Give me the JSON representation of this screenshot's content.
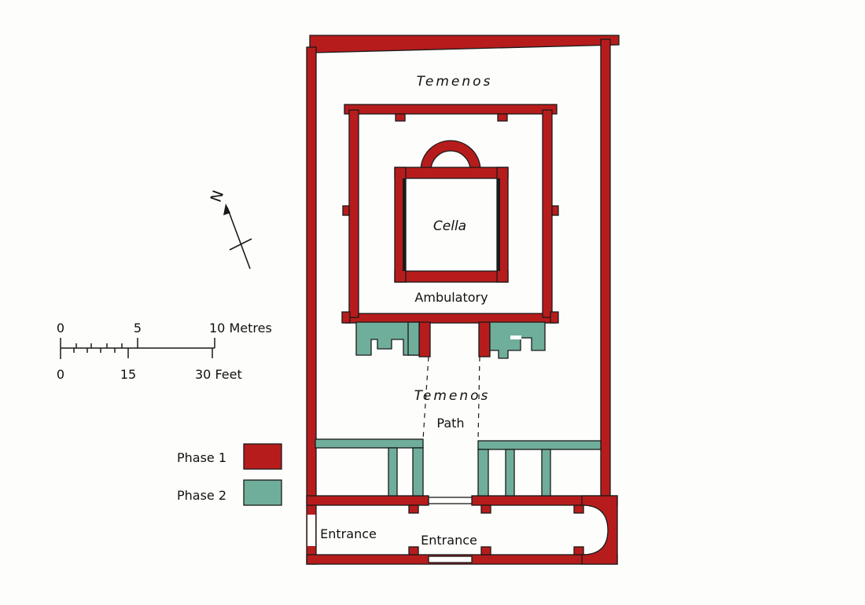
{
  "plan": {
    "labels": {
      "temenos_top": "Temenos",
      "cella": "Cella",
      "ambulatory": "Ambulatory",
      "temenos_mid": "Temenos",
      "path": "Path",
      "entrance_left": "Entrance",
      "entrance_center": "Entrance"
    }
  },
  "compass": {
    "north": "N"
  },
  "scale": {
    "metres": [
      "0",
      "5",
      "10 Metres"
    ],
    "feet": [
      "0",
      "15",
      "30 Feet"
    ]
  },
  "legend": {
    "items": [
      {
        "label": "Phase 1",
        "color": "#b71c1c"
      },
      {
        "label": "Phase 2",
        "color": "#6fae9b"
      }
    ]
  },
  "colors": {
    "phase1": "#b71c1c",
    "phase2": "#6fae9b",
    "line": "#1a1a1a",
    "background": "#fdfdfb"
  }
}
